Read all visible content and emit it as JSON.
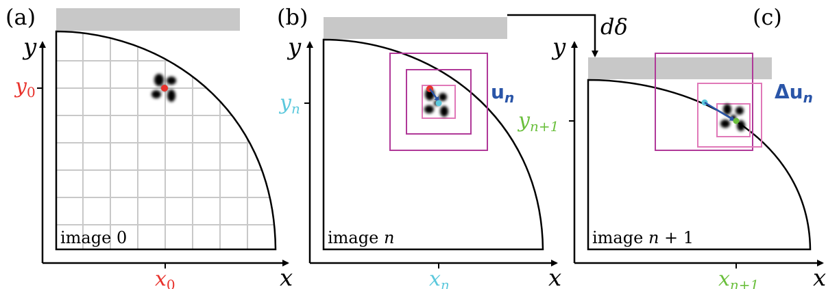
{
  "colors": {
    "black": "#000000",
    "grey_bar": "#c8c8c8",
    "grid": "#c8c8c8",
    "red": "#e8322c",
    "cyan": "#5bc8dc",
    "green": "#6abf3c",
    "blue": "#2a55a8",
    "magenta": "#b03898",
    "pink": "#e078b8"
  },
  "panels": [
    {
      "tag": "(a)",
      "axis_x": "x",
      "axis_y": "y",
      "image_label": "image 0",
      "tick_x": {
        "base": "x",
        "sub": "0"
      },
      "tick_y": {
        "base": "y",
        "sub": "0"
      }
    },
    {
      "tag": "(b)",
      "axis_x": "x",
      "axis_y": "y",
      "image_label": {
        "text": "image ",
        "var": "n"
      },
      "tick_x": {
        "base": "x",
        "sub": "n"
      },
      "tick_y": {
        "base": "y",
        "sub": "n"
      },
      "vector_label": {
        "base": "u",
        "sub": "n"
      }
    },
    {
      "tag": "(c)",
      "axis_x": "x",
      "axis_y": "y",
      "image_label": {
        "text": "image ",
        "var": "n",
        "suffix": " + 1"
      },
      "tick_x": {
        "base": "x",
        "sub": "n+1"
      },
      "tick_y": {
        "base": "y",
        "sub": "n+1"
      },
      "vector_label": {
        "prefix": "Δ",
        "base": "u",
        "sub": "n"
      }
    }
  ],
  "displacement_label": "dδ"
}
